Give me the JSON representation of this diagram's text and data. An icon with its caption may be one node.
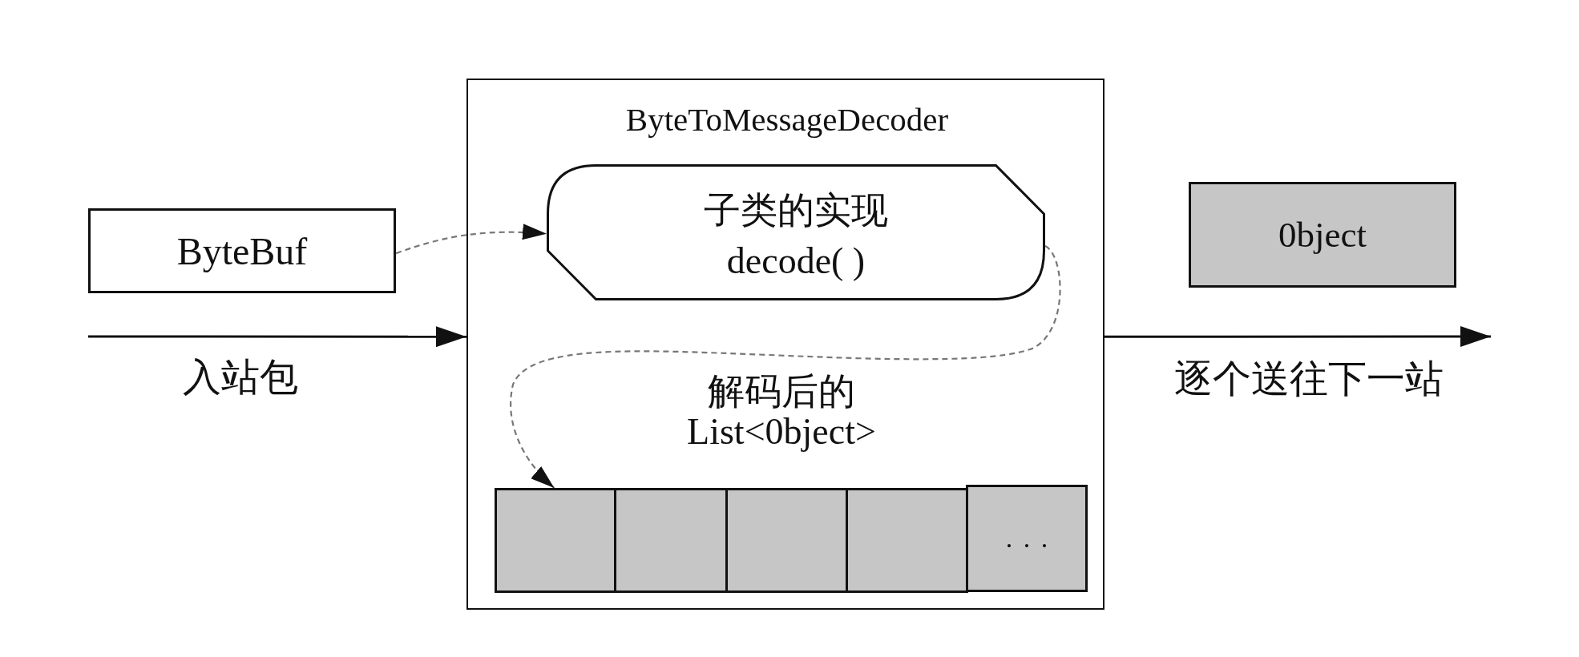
{
  "diagram": {
    "nodes": [
      {
        "text": [
          "ByteBuf"
        ]
      },
      {
        "text": [
          "ByteToMessageDecoder"
        ]
      },
      {
        "text": [
          "子类的实现",
          "decode( )"
        ],
        "in": 1
      },
      {
        "text": [],
        "shape": "box",
        "in": 1
      },
      {
        "text": [],
        "shape": "box",
        "in": 1
      },
      {
        "text": [],
        "shape": "box",
        "in": 1
      },
      {
        "text": [],
        "shape": "box",
        "in": 1
      },
      {
        "text": [
          "..."
        ],
        "in": 1
      },
      {
        "text": [
          "0bject"
        ]
      }
    ],
    "edges": [
      {
        "from": 0,
        "to": 2,
        "arrow": "to",
        "style": "dashed",
        "color": "#777777"
      },
      {
        "from": 2,
        "to": 3,
        "arrow": "to",
        "style": "dashed",
        "color": "#777777"
      },
      {
        "from": null,
        "to": 1,
        "arrow": "to",
        "label": "入站包",
        "color": "#111111"
      },
      {
        "from": 1,
        "to": null,
        "arrow": "to",
        "label": "逐个送往下一站",
        "color": "#111111"
      }
    ],
    "labels": [
      "解码后的 List<0bject>"
    ]
  }
}
